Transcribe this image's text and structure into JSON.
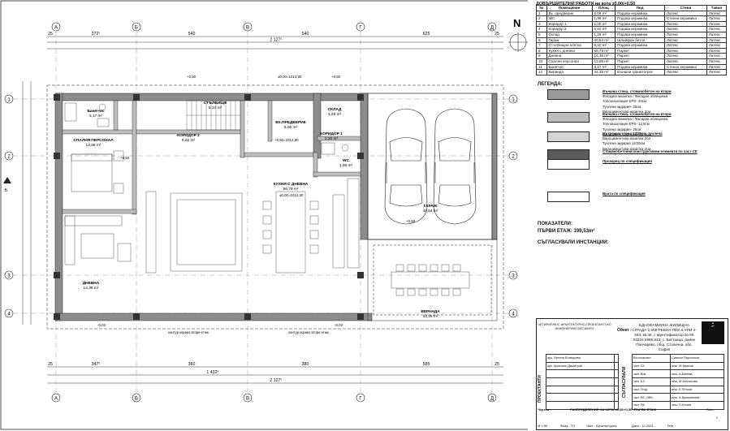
{
  "table": {
    "title": "ДОВЪРШИТЕЛНИ РАБОТИ на кота ±0,00/+0,50",
    "headers": [
      "№",
      "Помещение",
      "Площ",
      "Под",
      "Стени",
      "Таван"
    ],
    "rows": [
      [
        "1",
        "Вх. предверие",
        "6,06 m²",
        "Подова керамика",
        "Латекс",
        "Латекс"
      ],
      [
        "2",
        "WC",
        "1,96 m²",
        "Подова керамика",
        "Стенна керамика",
        "Латекс"
      ],
      [
        "3",
        "Коридор 1",
        "2,20 m²",
        "Подова керамика",
        "Латекс",
        "Латекс"
      ],
      [
        "4",
        "Коридор 2",
        "6,62 m²",
        "Подова керамика",
        "Латекс",
        "Латекс"
      ],
      [
        "5",
        "Склад",
        "1,29 m²",
        "Подова керамика",
        "Латекс",
        "Латекс"
      ],
      [
        "6",
        "Гараж",
        "40,54 m²",
        "Шлайфан бетон",
        "Латекс",
        "Латекс"
      ],
      [
        "7",
        "Стълбищна клетка",
        "5,10 m²",
        "Подова керамика",
        "Латекс",
        "Латекс"
      ],
      [
        "8",
        "Кухня с дневна",
        "56,79 m²",
        "Паркет",
        "Латекс",
        "Латекс"
      ],
      [
        "9",
        "Дневна",
        "14,38 m²",
        "Паркет",
        "Латекс",
        "Латекс"
      ],
      [
        "10",
        "Спалня персонал",
        "13,89 m²",
        "Паркет",
        "Латекс",
        "Латекс"
      ],
      [
        "11",
        "Баня+wc",
        "3,17 m²",
        "Подова керамика",
        "Стенна керамика",
        "Латекс"
      ],
      [
        "12",
        "Веранда",
        "44,35 m²",
        "Външни гранитогрес",
        "Латекс",
        "Латекс"
      ]
    ]
  },
  "legend": {
    "title": "ЛЕГЕНДА:",
    "items": [
      {
        "head": "Външна стена, стоманобетон на втори",
        "lines": [
          "Фасадна мазилка / Фасадна облицовка",
          "Топлоизолация EPS- 20см",
          "Тухлена зидария- 25см",
          "Вароциментова мазилка 2см"
        ],
        "swatch": "#9a9a9a"
      },
      {
        "head": "Външна стена, стоманобетон на втори",
        "lines": [
          "Фасадна мазилка / Фасадна облицовка",
          "Топлоизолация EPS- 12,5см",
          "Тухлена зидария- 25см",
          "Вароциментова мазилка 2см"
        ],
        "swatch": "#bdbdbd"
      },
      {
        "head": "Вътрешна стена 12/25см, тухлена",
        "lines": [
          "Вароциментова мазилка 2см",
          "Тухлена зидария 12/25см",
          "Вароциментова мазилка 2см"
        ],
        "swatch": "#d4d4d4"
      },
      {
        "head": "Стоманобетонни конструктивни елементи по част СК",
        "lines": [],
        "swatch": "#5a5a5a"
      },
      {
        "head": "Прозорец по спецификация",
        "lines": [],
        "swatch": "#ffffff"
      },
      {
        "head": "Врата по спецификация",
        "lines": [],
        "swatch": "#ffffff"
      }
    ]
  },
  "indicators": {
    "title": "ПОКАЗАТЕЛИ:",
    "area": "ПЪРВИ ЕТАЖ: 199,53m²"
  },
  "agreed": "СЪГЛАСУВАЛИ ИНСТАНЦИИ:",
  "titleblock": {
    "firm": "ЧЕТИРИПЛЮС АРХИТЕКТУРНО-ПРОЕКТАНТСКО ИНЖЕНЕРИНГОВО БЮРО",
    "object_label": "Обект :",
    "object": "ЕДНОФАМИЛНА ЖИЛИЩНА СГРАДА С ИЗГРЕБНА ЯМА в УПИ II-843, кв.45, с идентификатор по КК 04234.6986.843, с. Бистрица, район Панчарево, общ. Столична, обл. София",
    "designers_label": "ПРОЕКТАНТИ",
    "agreed_label": "СЪГЛАСУВАЛИ",
    "designers": [
      [
        "арх. Витена Бохварова",
        ""
      ],
      [
        "арх. Кристиян Димитров",
        ""
      ],
      [
        "",
        ""
      ],
      [
        "",
        ""
      ],
      [
        "",
        ""
      ],
      [
        "",
        ""
      ],
      [
        "",
        ""
      ]
    ],
    "agree_rows": [
      [
        "Възложител :",
        "Симеон Пароолков"
      ],
      [
        "част СК",
        "инж. Ж.Иванов"
      ],
      [
        "част ВиК",
        "инж. А.Банева"
      ],
      [
        "част ЕЛ",
        "инж. М.Атанасова"
      ],
      [
        "част Геод.",
        "инж. Е.Петков"
      ],
      [
        "част ЕЕ, ОВК",
        "инж. А.Вукашинова"
      ],
      [
        "част ПБ",
        "инж. П.Илчев"
      ]
    ],
    "drawing_label": "Чертеж :",
    "drawing": "РАЗПРЕДЕЛЕНИЕ НА КОТА ±0,00/+0,50 -ПЪРВИ ЕТАЖ",
    "sheet_label": "Лист:",
    "sheet": "2",
    "scale": "М 1:50",
    "phase": "Фаза : ТП",
    "part": "Част : Архитектурна",
    "date": "Дата : 12.2021",
    "ref": "Рев. :"
  },
  "plan": {
    "north": "N",
    "axes_letters": [
      "А",
      "Б",
      "В",
      "Г",
      "Д"
    ],
    "axes_numbers": [
      "1",
      "2",
      "3",
      "4"
    ],
    "top_dims": [
      "25",
      "372⁵",
      "540",
      "540",
      "625",
      "25"
    ],
    "top_dims2": [
      "2 127⁵"
    ],
    "bottom_dims": [
      "25",
      "347⁵",
      "360",
      "380",
      "585",
      "25"
    ],
    "bottom_total": "1 432⁵",
    "bottom_total2": "2 127⁵",
    "rooms": [
      {
        "name": "Баня+wc",
        "area": "3,17 m²"
      },
      {
        "name": "СТЪЛБИЩЕ",
        "area": "5,10 m²"
      },
      {
        "name": "ВХ.ПРЕДВЕРИЕ",
        "area": "6,06 m²"
      },
      {
        "name": "СКЛАД",
        "area": "1,29 m²"
      },
      {
        "name": "СПАЛНЯ ПЕРСОНАЛ",
        "area": "13,89 m²"
      },
      {
        "name": "КОРИДОР 2",
        "area": "6,62 m²"
      },
      {
        "name": "КОРИДОР 1",
        "area": "2,20 m²"
      },
      {
        "name": "WC",
        "area": "1,96 m²"
      },
      {
        "name": "КУХНЯ С ДНЕВНА",
        "area": "56,79 m²"
      },
      {
        "name": "ГАРАЖ",
        "area": "40,54 m²"
      },
      {
        "name": "ДНЕВНА",
        "area": "14,38 m²"
      },
      {
        "name": "ВЕРАНДА",
        "area": "44,35 m²"
      }
    ],
    "levels": [
      "+0,50",
      "±0,00=1012,80",
      "+0,50=1012,80",
      "+0,50",
      "±0,00=1012,30",
      "-0,02",
      "-0,02",
      "+0,50",
      "+0,50"
    ],
    "notes": [
      "контур корниз втори етаж",
      "контур корниз втори етаж"
    ]
  }
}
